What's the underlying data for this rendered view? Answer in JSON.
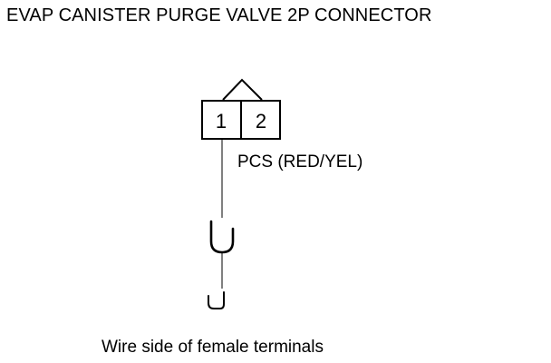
{
  "title": "EVAP CANISTER PURGE VALVE 2P CONNECTOR",
  "connector": {
    "pins": [
      "1",
      "2"
    ]
  },
  "wire": {
    "label": "PCS (RED/YEL)"
  },
  "symbols": {
    "probe": "probe-tip-icon",
    "ground": "backprobe-hook-icon"
  },
  "caption": "Wire side of female terminals"
}
